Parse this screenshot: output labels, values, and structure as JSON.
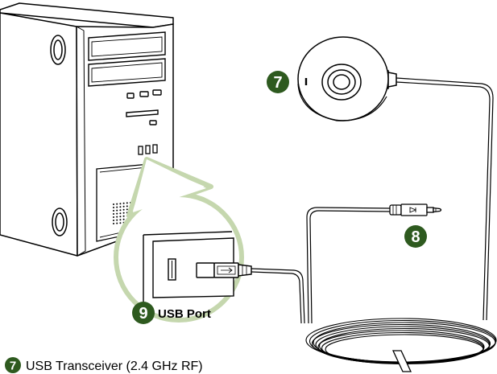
{
  "colors": {
    "badge": "#2e5a1f",
    "callout_ring": "#c5d7ae",
    "line": "#000000",
    "fill": "#ffffff"
  },
  "callouts": {
    "transceiver_badge": "7",
    "audio_plug_badge": "8",
    "usb_port_badge": "9",
    "usb_port_label": "USB Port"
  },
  "legend": {
    "badge": "7",
    "text": "USB Transceiver (2.4 GHz RF)"
  }
}
